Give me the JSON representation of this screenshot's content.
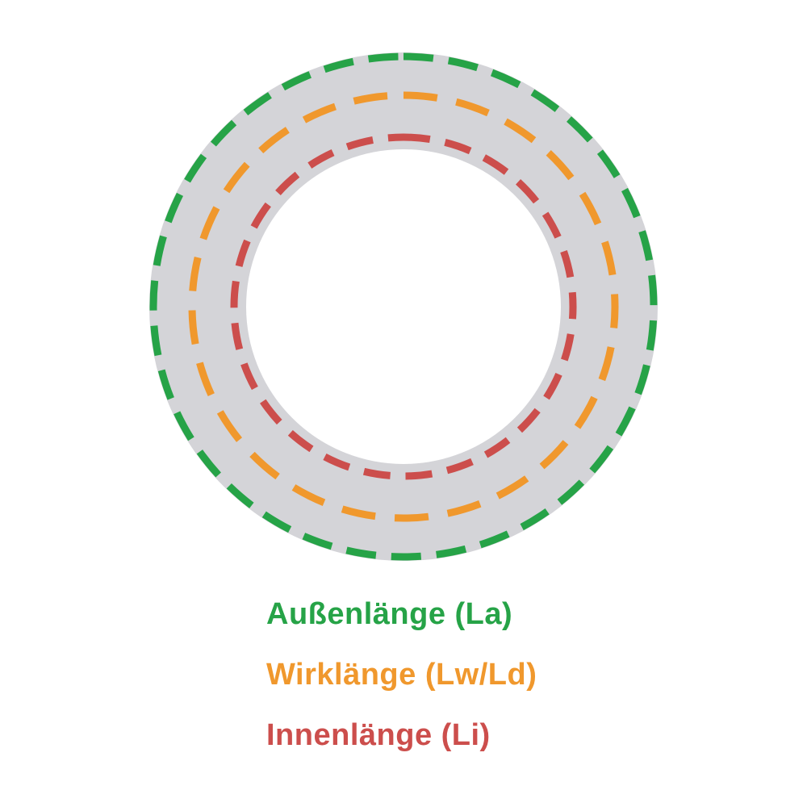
{
  "diagram": {
    "ring_color": "#d4d4d8",
    "background_color": "#ffffff",
    "lines": {
      "outer": {
        "label": "Außenlänge (La)",
        "color": "#26a347"
      },
      "effective": {
        "label": "Wirklänge (Lw/Ld)",
        "color": "#f0982d"
      },
      "inner": {
        "label": "Innenlänge (Li)",
        "color": "#cc4e4c"
      }
    }
  }
}
